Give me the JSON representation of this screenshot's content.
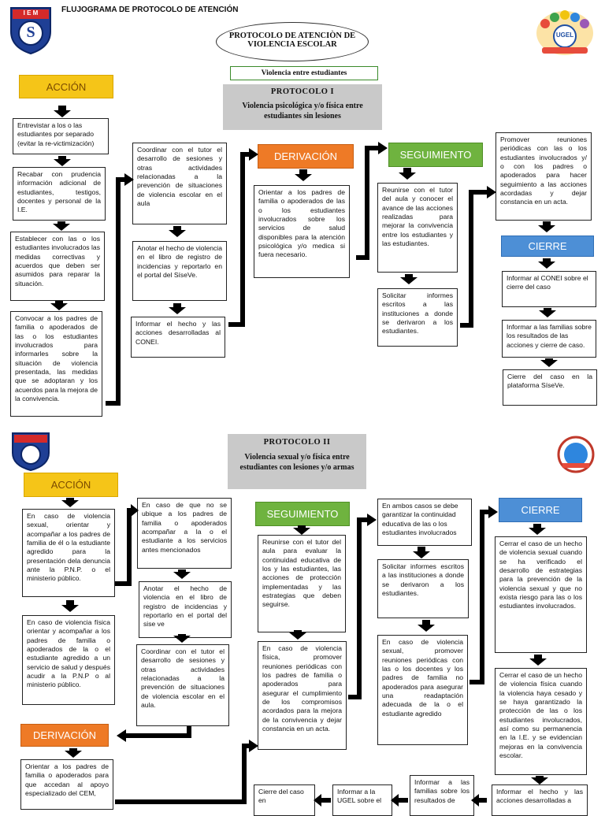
{
  "header": {
    "title": "FLUJOGRAMA DE PROTOCOLO DE ATENCIÓN",
    "main_title_line1": "PROTOCOLO DE ATENCIÒN DE",
    "main_title_line2": "VIOLENCIA ESCOLAR",
    "subtitle": "Violencia entre estudiantes",
    "logo_text": "I E M",
    "logo_letter": "S",
    "ugel_text": "UGEL"
  },
  "protocol1": {
    "title": "PROTOCOLO I",
    "heading": "Violencia psicológica y/o física entre estudiantes sin lesiones",
    "labels": {
      "accion": "ACCIÓN",
      "derivacion": "DERIVACIÓN",
      "seguimiento": "SEGUIMIENTO",
      "cierre": "CIERRE"
    },
    "accion_boxes": [
      "Entrevistar a los o las estudiantes por separado (evitar la re-victimización)",
      "Recabar con prudencia información adicional de estudiantes, testigos, docentes y personal de la I.E.",
      "Establecer con las o los estudiantes involucrados las medidas correctivas y acuerdos que deben ser asumidos para reparar la situación.",
      "Convocar a los padres de familia o apoderados de las o los estudiantes involucrados para informarles sobre la situación de violencia presentada, las medidas que se adoptaran y los acuerdos para la mejora de la convivencia."
    ],
    "col2_boxes": [
      "Coordinar con el tutor el desarrollo de sesiones y otras actividades relacionadas a la prevención de situaciones de violencia escolar en el aula",
      "Anotar el hecho de violencia en el libro de registro de incidencias y reportarlo en el portal del SíseVe.",
      "Informar el hecho y las acciones desarrolladas al CONEI."
    ],
    "derivacion_boxes": [
      "Orientar a los padres de familia o apoderados de las o los estudiantes involucrados sobre los servicios de salud disponibles para la atención psicológica y/o medica si fuera necesario."
    ],
    "seguimiento_boxes": [
      "Reunirse con el tutor del aula y conocer el avance de las acciones realizadas para mejorar la convivencia entre los estudiantes y las estudiantes.",
      "Solicitar informes escritos a las instituciones a donde se derivaron a los estudiantes."
    ],
    "cierre_boxes": [
      "Promover reuniones periódicas con las o los estudiantes involucrados y/ o con los padres o apoderados para hacer seguimiento a las acciones acordadas y dejar constancia en un acta.",
      "Informar al CONEI sobre el cierre del caso",
      "Informar a las familias sobre los resultados de las acciones y cierre de caso.",
      "Cierre del caso en la plataforma SíseVe."
    ]
  },
  "protocol2": {
    "title": "PROTOCOLO II",
    "heading": "Violencia sexual y/o física entre estudiantes con lesiones y/o armas",
    "labels": {
      "accion": "ACCIÓN",
      "derivacion": "DERIVACIÓN",
      "seguimiento": "SEGUIMIENTO",
      "cierre": "CIERRE"
    },
    "accion_boxes": [
      "En caso de violencia sexual, orientar y acompañar a los padres de familia de él o la estudiante agredido para la presentación dela denuncia ante la P.N.P. o el ministerio público.",
      "En caso de violencia física orientar y acompañar a los padres de familia o apoderados de la o el estudiante agredido a un servicio de salud y después acudir a la P.N.P o al ministerio público."
    ],
    "col2_boxes": [
      "En caso de que no se ubique a los padres de familia o apoderados acompañar a la o el estudiante a los servicios antes mencionados",
      "Anotar el hecho de violencia en el libro de registro de incidencias y reportarlo en el portal del sise ve",
      "Coordinar con el tutor el desarrollo de sesiones y otras actividades relacionadas a la prevención de situaciones de violencia escolar en el aula."
    ],
    "derivacion_boxes": [
      "Orientar a los padres de familia o apoderados para que accedan al apoyo especializado del CEM,"
    ],
    "seguimiento_boxes": [
      "Reunirse con el tutor del aula para evaluar la continuidad educativa de los y las estudiantes, las acciones de protección implementadas y las estrategias que deben seguirse.",
      "En caso de violencia física, promover reuniones periódicas con los padres de familia o apoderados para asegurar el cumplimiento de los compromisos acordados para la mejora de la convivencia y dejar constancia en un acta."
    ],
    "col4_boxes": [
      "En ambos casos se debe garantizar la continuidad educativa de las o los estudiantes involucrados",
      "Solicitar informes escritos a las instituciones a donde se derivaron a los estudiantes.",
      "En caso de violencia sexual, promover reuniones periódicas con las o los docentes y los padres de familia no apoderados para asegurar una readaptación adecuada de la o el estudiante agredido"
    ],
    "cierre_boxes": [
      "Cerrar el caso de un hecho de violencia sexual cuando se ha verificado el desarrollo de estrategias para la prevención de la violencia sexual y que no exista riesgo para las o los estudiantes involucrados.",
      "Cerrar el caso de un hecho de violencia física cuando la violencia haya cesado y se haya garantizado la protección de las o los estudiantes involucrados, así como su permanencia en la I.E. y se evidencian mejoras en la convivencia escolar.",
      "Informar el hecho y las acciones desarrolladas a"
    ],
    "bottom_boxes": [
      "Cierre del caso en",
      "Informar a la UGEL sobre el",
      "Informar a las familias sobre los resultados de"
    ]
  }
}
